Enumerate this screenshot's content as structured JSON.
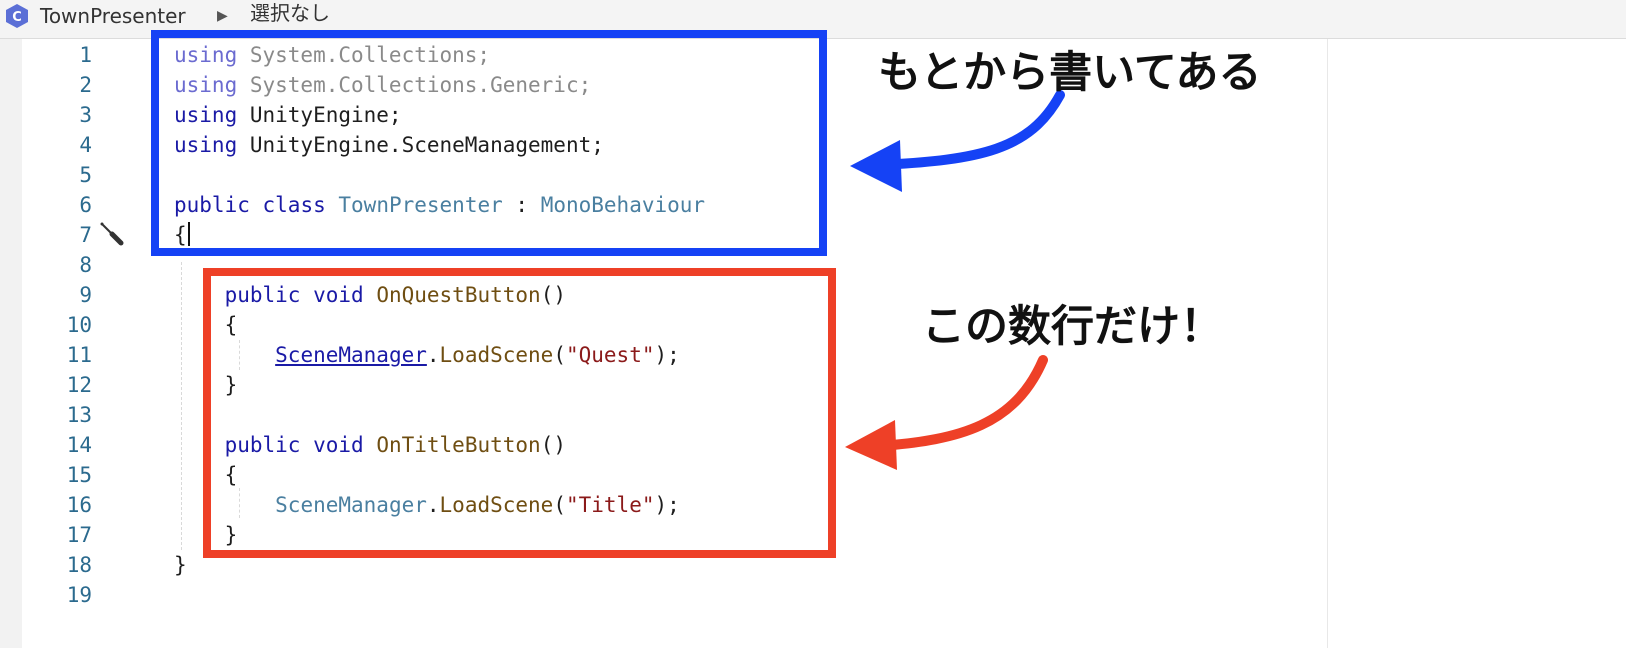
{
  "breadcrumb": {
    "file_icon": "csharp-file-icon",
    "file_name": "TownPresenter",
    "separator": "▶",
    "selection": "選択なし"
  },
  "editor": {
    "line_numbers": [
      "1",
      "2",
      "3",
      "4",
      "5",
      "6",
      "7",
      "8",
      "9",
      "10",
      "11",
      "12",
      "13",
      "14",
      "15",
      "16",
      "17",
      "18",
      "19"
    ],
    "lines": [
      {
        "tokens": [
          {
            "t": "using",
            "c": "kw-dim"
          },
          {
            "t": " System.Collections;",
            "c": "dim"
          }
        ]
      },
      {
        "tokens": [
          {
            "t": "using",
            "c": "kw-dim"
          },
          {
            "t": " System.Collections.Generic;",
            "c": "dim"
          }
        ]
      },
      {
        "tokens": [
          {
            "t": "using",
            "c": "kw"
          },
          {
            "t": " UnityEngine;",
            "c": "plain"
          }
        ]
      },
      {
        "tokens": [
          {
            "t": "using",
            "c": "kw"
          },
          {
            "t": " UnityEngine.SceneManagement;",
            "c": "plain"
          }
        ]
      },
      {
        "tokens": []
      },
      {
        "tokens": [
          {
            "t": "public",
            "c": "kw"
          },
          {
            "t": " ",
            "c": "plain"
          },
          {
            "t": "class",
            "c": "kw"
          },
          {
            "t": " ",
            "c": "plain"
          },
          {
            "t": "TownPresenter",
            "c": "type"
          },
          {
            "t": " : ",
            "c": "plain"
          },
          {
            "t": "MonoBehaviour",
            "c": "type"
          }
        ]
      },
      {
        "tokens": [
          {
            "t": "{",
            "c": "plain"
          }
        ]
      },
      {
        "tokens": []
      },
      {
        "tokens": [
          {
            "t": "    public",
            "c": "kw"
          },
          {
            "t": " ",
            "c": "plain"
          },
          {
            "t": "void",
            "c": "kw"
          },
          {
            "t": " ",
            "c": "plain"
          },
          {
            "t": "OnQuestButton",
            "c": "method"
          },
          {
            "t": "()",
            "c": "plain"
          }
        ]
      },
      {
        "tokens": [
          {
            "t": "    {",
            "c": "plain"
          }
        ]
      },
      {
        "tokens": [
          {
            "t": "        ",
            "c": "plain"
          },
          {
            "t": "SceneManager",
            "c": "type-link"
          },
          {
            "t": ".",
            "c": "plain"
          },
          {
            "t": "LoadScene",
            "c": "method"
          },
          {
            "t": "(",
            "c": "plain"
          },
          {
            "t": "\"Quest\"",
            "c": "str"
          },
          {
            "t": ");",
            "c": "plain"
          }
        ]
      },
      {
        "tokens": [
          {
            "t": "    }",
            "c": "plain"
          }
        ]
      },
      {
        "tokens": []
      },
      {
        "tokens": [
          {
            "t": "    public",
            "c": "kw"
          },
          {
            "t": " ",
            "c": "plain"
          },
          {
            "t": "void",
            "c": "kw"
          },
          {
            "t": " ",
            "c": "plain"
          },
          {
            "t": "OnTitleButton",
            "c": "method"
          },
          {
            "t": "()",
            "c": "plain"
          }
        ]
      },
      {
        "tokens": [
          {
            "t": "    {",
            "c": "plain"
          }
        ]
      },
      {
        "tokens": [
          {
            "t": "        ",
            "c": "plain"
          },
          {
            "t": "SceneManager",
            "c": "type"
          },
          {
            "t": ".",
            "c": "plain"
          },
          {
            "t": "LoadScene",
            "c": "method"
          },
          {
            "t": "(",
            "c": "plain"
          },
          {
            "t": "\"Title\"",
            "c": "str"
          },
          {
            "t": ");",
            "c": "plain"
          }
        ]
      },
      {
        "tokens": [
          {
            "t": "    }",
            "c": "plain"
          }
        ]
      },
      {
        "tokens": [
          {
            "t": "}",
            "c": "plain"
          }
        ]
      },
      {
        "tokens": []
      }
    ]
  },
  "annotations": {
    "blue_label": "もとから書いてある",
    "red_label": "この数行だけ！",
    "blue_color": "#1542f5",
    "red_color": "#ee4027"
  }
}
